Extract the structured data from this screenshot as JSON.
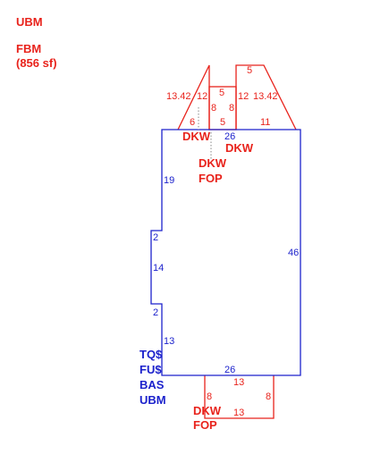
{
  "header": {
    "title": "UBM",
    "area_label": "FBM",
    "area_value": "(856 sf)"
  },
  "colors": {
    "upper_level": "#e8231c",
    "main_level": "#1c22cc",
    "background": "#ffffff"
  },
  "dimensions": {
    "left_slope": "13.42",
    "left_height": "12",
    "left_inner_8": "8",
    "left_top_5": "5",
    "right_inner_8": "8",
    "right_height": "12",
    "right_slope": "13.42",
    "right_top_5": "5",
    "bottom_6": "6",
    "bottom_5": "5",
    "top_26": "26",
    "bottom_11": "11",
    "left_19": "19",
    "notch_2_top": "2",
    "notch_14": "14",
    "notch_2_bottom": "2",
    "left_13": "13",
    "right_46": "46",
    "bottom_26": "26",
    "porch_top_13": "13",
    "porch_left_8": "8",
    "porch_right_8": "8",
    "porch_bottom_13": "13"
  },
  "labels": {
    "dkw_left": "DKW",
    "dkw_right": "DKW",
    "dkw_fop_1": "DKW",
    "fop_1": "FOP",
    "dkw_fop_2": "DKW",
    "fop_2": "FOP",
    "tqs": "TQ$",
    "fus": "FU$",
    "bas": "BAS",
    "ubm": "UBM"
  }
}
